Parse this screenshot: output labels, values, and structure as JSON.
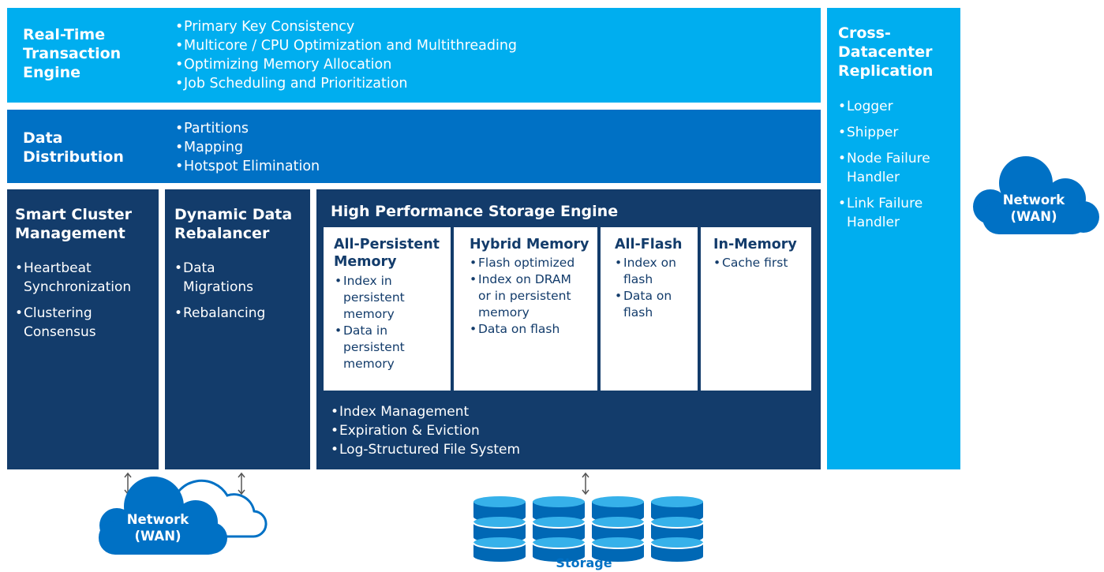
{
  "rtte": {
    "title": "Real-Time\nTransaction\nEngine",
    "items": [
      "Primary Key Consistency",
      "Multicore / CPU Optimization and Multithreading",
      "Optimizing Memory Allocation",
      "Job Scheduling and Prioritization"
    ]
  },
  "distribution": {
    "title": "Data\nDistribution",
    "items": [
      "Partitions",
      "Mapping",
      "Hotspot Elimination"
    ]
  },
  "cluster": {
    "title": "Smart Cluster\nManagement",
    "items": [
      "Heartbeat\nSynchronization",
      "Clustering\nConsensus"
    ]
  },
  "rebalancer": {
    "title": "Dynamic Data\nRebalancer",
    "items": [
      "Data\nMigrations",
      "Rebalancing"
    ]
  },
  "storage_engine": {
    "title": "High Performance Storage Engine",
    "cards": [
      {
        "title": "All-Persistent\nMemory",
        "items": [
          "Index in\npersistent\nmemory",
          "Data in\npersistent\nmemory"
        ]
      },
      {
        "title": "Hybrid Memory",
        "items": [
          "Flash optimized",
          "Index on DRAM\nor in persistent\nmemory",
          "Data on flash"
        ]
      },
      {
        "title": "All-Flash",
        "items": [
          "Index on\nflash",
          "Data on\nflash"
        ]
      },
      {
        "title": "In-Memory",
        "items": [
          "Cache first"
        ]
      }
    ],
    "features": [
      "Index Management",
      "Expiration & Eviction",
      "Log-Structured File System"
    ]
  },
  "xdr": {
    "title": "Cross-\nDatacenter\nReplication",
    "items": [
      "Logger",
      "Shipper",
      "Node Failure\nHandler",
      "Link Failure\nHandler"
    ]
  },
  "network_right": {
    "label": "Network\n(WAN)"
  },
  "network_bottom": {
    "label": "Network\n(WAN)"
  },
  "storage": {
    "label": "Storage"
  },
  "colors": {
    "light_blue": "#00aeef",
    "mid_blue": "#0071c5",
    "dark_blue": "#133c6b",
    "disk_light": "#36b1ea",
    "disk_dark": "#0068b5"
  }
}
